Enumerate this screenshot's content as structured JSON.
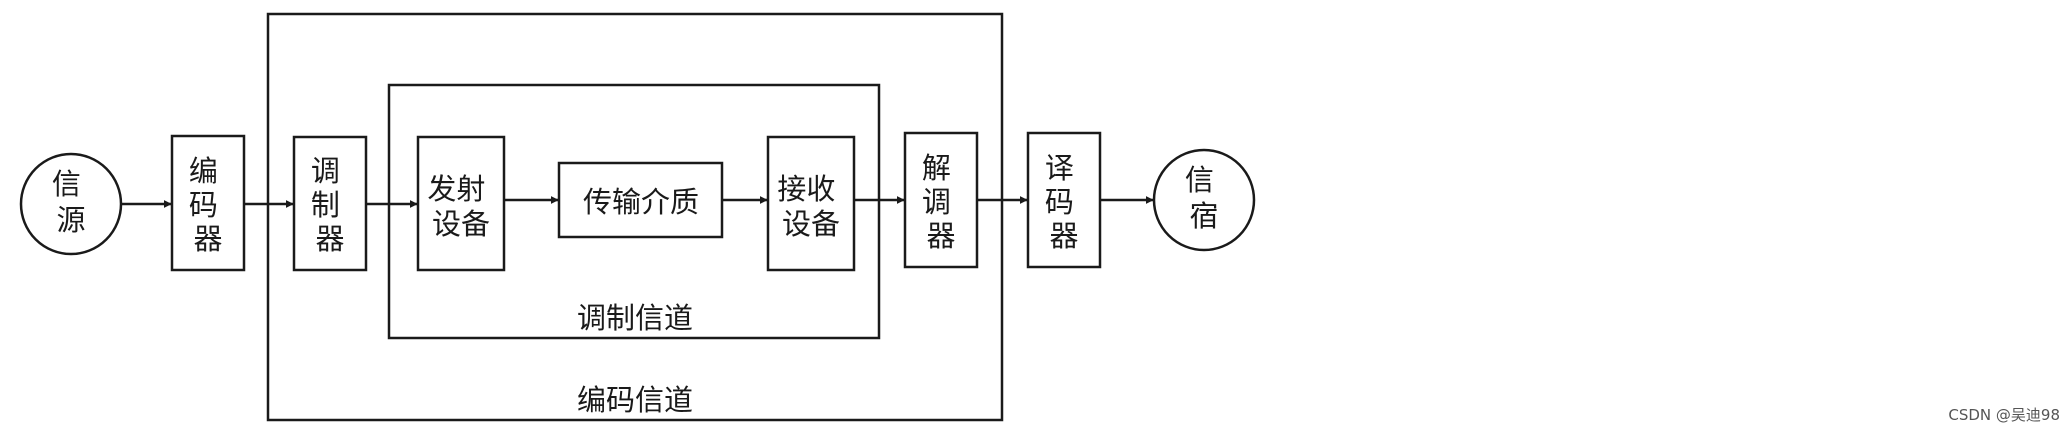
{
  "diagram": {
    "source": "信源",
    "encoder": "编码器",
    "modulator": "调制器",
    "transmitter": "发射设备",
    "medium": "传输介质",
    "receiver": "接收设备",
    "demodulator": "解调器",
    "decoder": "译码器",
    "sink": "信宿",
    "modulation_channel": "调制信道",
    "coding_channel": "编码信道"
  },
  "watermark": "CSDN @吴迪98",
  "colors": {
    "stroke": "#1a1a1a",
    "background": "#ffffff"
  }
}
